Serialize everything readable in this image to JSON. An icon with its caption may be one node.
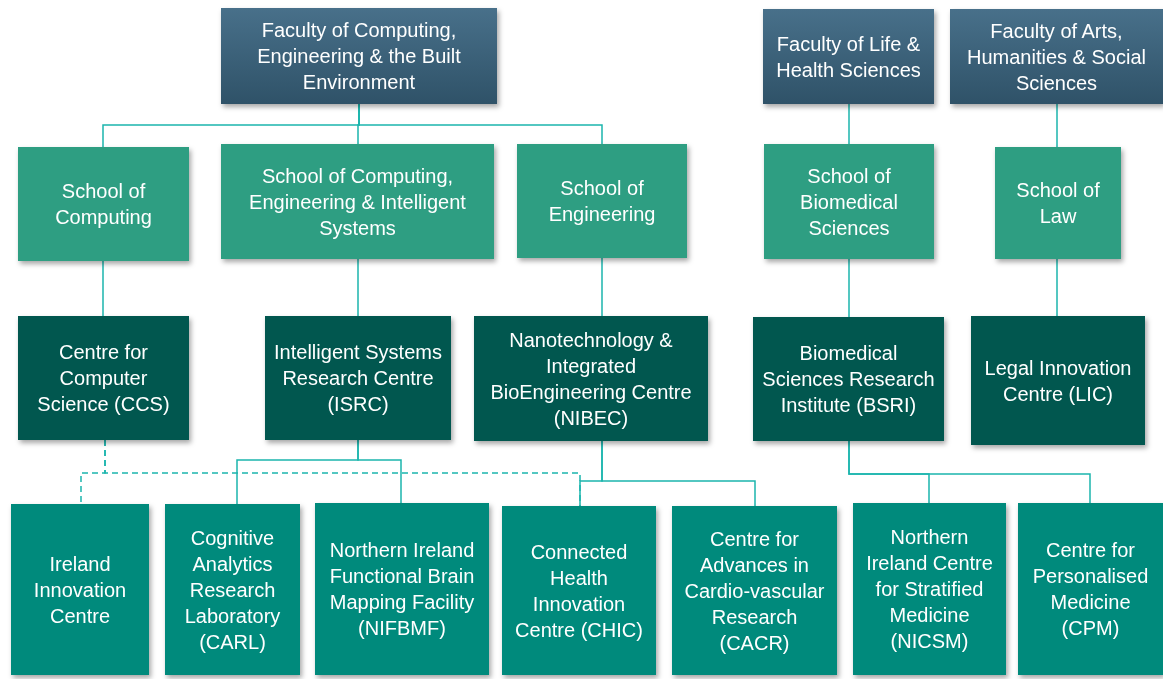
{
  "diagram": {
    "nodes": [
      {
        "text": [
          "Faculty of Computing, Engineering & the Built Environment"
        ]
      },
      {
        "text": [
          "Faculty of Life & Health Sciences"
        ]
      },
      {
        "text": [
          "Faculty of Arts, Humanities & Social Sciences"
        ]
      },
      {
        "text": [
          "School of Computing"
        ]
      },
      {
        "text": [
          "School of Computing, Engineering & Intelligent Systems"
        ]
      },
      {
        "text": [
          "School of Engineering"
        ]
      },
      {
        "text": [
          "School of Biomedical Sciences"
        ]
      },
      {
        "text": [
          "School of Law"
        ]
      },
      {
        "text": [
          "Centre for Computer Science (CCS)"
        ]
      },
      {
        "text": [
          "Intelligent Systems Research Centre (ISRC)"
        ]
      },
      {
        "text": [
          "Nanotechnology & Integrated BioEngineering Centre (NIBEC)"
        ]
      },
      {
        "text": [
          "Biomedical Sciences Research Institute (BSRI)"
        ]
      },
      {
        "text": [
          "Legal Innovation Centre (LIC)"
        ]
      },
      {
        "text": [
          "Ireland Innovation Centre"
        ]
      },
      {
        "text": [
          "Cognitive Analytics Research Laboratory (CARL)"
        ]
      },
      {
        "text": [
          "Northern Ireland Functional Brain Mapping Facility (NIFBMF)"
        ]
      },
      {
        "text": [
          "Connected Health Innovation Centre (CHIC)"
        ]
      },
      {
        "text": [
          "Centre for Advances in Cardio-vascular Research (CACR)"
        ]
      },
      {
        "text": [
          "Northern Ireland Centre for Stratified Medicine (NICSM)"
        ]
      },
      {
        "text": [
          "Centre for Personalised Medicine (CPM)"
        ]
      }
    ],
    "edges": [
      {
        "from": 0,
        "to": 3,
        "arrow": "none"
      },
      {
        "from": 0,
        "to": 4,
        "arrow": "none"
      },
      {
        "from": 0,
        "to": 5,
        "arrow": "none"
      },
      {
        "from": 1,
        "to": 6,
        "arrow": "none"
      },
      {
        "from": 2,
        "to": 7,
        "arrow": "none"
      },
      {
        "from": 3,
        "to": 8,
        "arrow": "none"
      },
      {
        "from": 4,
        "to": 9,
        "arrow": "none"
      },
      {
        "from": 5,
        "to": 10,
        "arrow": "none"
      },
      {
        "from": 6,
        "to": 11,
        "arrow": "none"
      },
      {
        "from": 7,
        "to": 12,
        "arrow": "none"
      },
      {
        "from": 8,
        "to": 13,
        "arrow": "none",
        "style": "dashed"
      },
      {
        "from": 8,
        "to": 16,
        "arrow": "none",
        "style": "dashed"
      },
      {
        "from": 9,
        "to": 14,
        "arrow": "none"
      },
      {
        "from": 9,
        "to": 15,
        "arrow": "none"
      },
      {
        "from": 10,
        "to": 16,
        "arrow": "none"
      },
      {
        "from": 10,
        "to": 17,
        "arrow": "none"
      },
      {
        "from": 11,
        "to": 18,
        "arrow": "none"
      },
      {
        "from": 11,
        "to": 19,
        "arrow": "none"
      }
    ]
  }
}
